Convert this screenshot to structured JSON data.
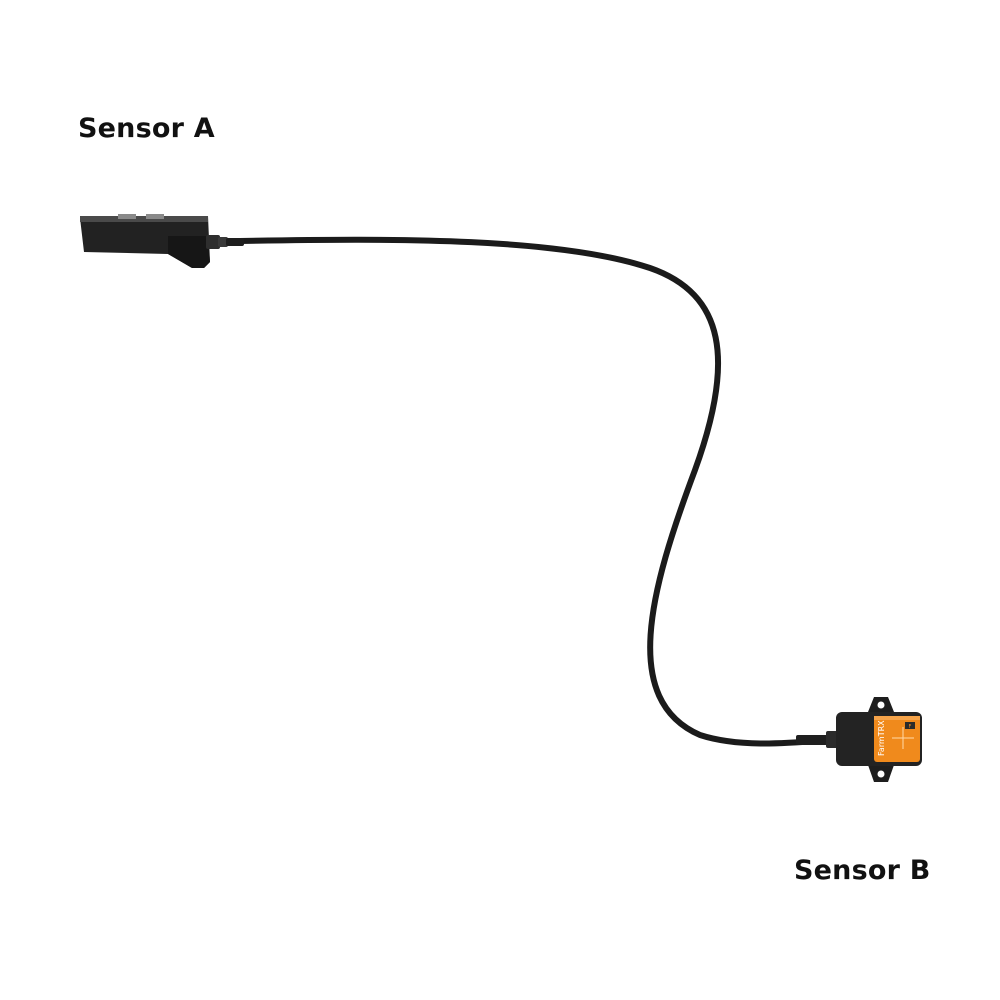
{
  "labels": {
    "sensor_a": "Sensor A",
    "sensor_b": "Sensor B"
  },
  "devices": {
    "sensor_b_brand_text": "FarmTRX",
    "sensor_b_small_mark": "F"
  },
  "colors": {
    "background": "#ffffff",
    "cable": "#1b1b1b",
    "housing_dark": "#222222",
    "accent_orange": "#f08a1c"
  }
}
